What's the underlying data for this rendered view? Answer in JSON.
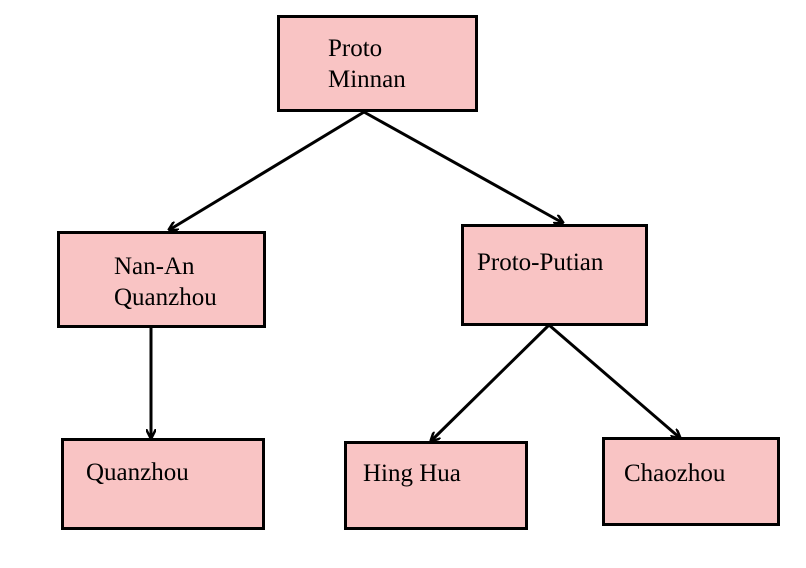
{
  "diagram": {
    "background_color": "#ffffff",
    "node_fill_color": "#f9c4c4",
    "border_color": "#000000",
    "nodes": {
      "proto_minnan": {
        "lines": [
          "Proto",
          "Minnan"
        ]
      },
      "nan_an_quanzhou": {
        "lines": [
          "Nan-An",
          "Quanzhou"
        ]
      },
      "proto_putian": {
        "lines": [
          "Proto-Putian"
        ]
      },
      "quanzhou": {
        "lines": [
          "Quanzhou"
        ]
      },
      "hing_hua": {
        "lines": [
          "Hing Hua"
        ]
      },
      "chaozhou": {
        "lines": [
          "Chaozhou"
        ]
      }
    },
    "edges": [
      {
        "from": "Proto Minnan",
        "to": "Nan-An Quanzhou"
      },
      {
        "from": "Proto Minnan",
        "to": "Proto-Putian"
      },
      {
        "from": "Nan-An Quanzhou",
        "to": "Quanzhou"
      },
      {
        "from": "Proto-Putian",
        "to": "Hing Hua"
      },
      {
        "from": "Proto-Putian",
        "to": "Chaozhou"
      }
    ]
  }
}
